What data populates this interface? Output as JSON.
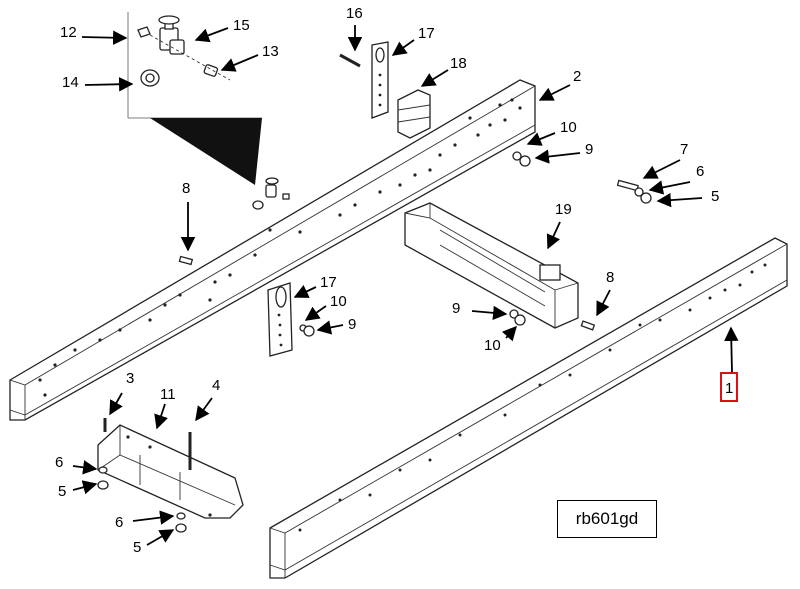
{
  "diagram": {
    "drawing_code": "rb601gd",
    "highlighted_callout": "1",
    "callouts": [
      "12",
      "15",
      "13",
      "14",
      "16",
      "17",
      "18",
      "2",
      "10",
      "9",
      "7",
      "6",
      "5",
      "8",
      "19",
      "17",
      "10",
      "9",
      "9",
      "10",
      "8",
      "3",
      "11",
      "4",
      "6",
      "5",
      "6",
      "5",
      "1"
    ]
  }
}
